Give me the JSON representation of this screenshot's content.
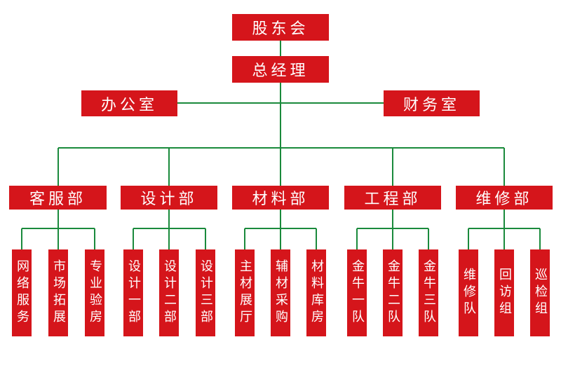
{
  "chart": {
    "root": "股东会",
    "manager": "总经理",
    "offices": {
      "left": "办公室",
      "right": "财务室"
    },
    "departments": [
      {
        "name": "客服部",
        "units": [
          "网络服务",
          "市场拓展",
          "专业验房"
        ]
      },
      {
        "name": "设计部",
        "units": [
          "设计一部",
          "设计二部",
          "设计三部"
        ]
      },
      {
        "name": "材料部",
        "units": [
          "主材展厅",
          "辅材采购",
          "材料库房"
        ]
      },
      {
        "name": "工程部",
        "units": [
          "金牛一队",
          "金牛二队",
          "金牛三队"
        ]
      },
      {
        "name": "维修部",
        "units": [
          "维修队",
          "回访组",
          "巡检组"
        ]
      }
    ]
  },
  "colors": {
    "box": "#d5151b",
    "text": "#ffffff",
    "line": "#1a8a3c"
  }
}
